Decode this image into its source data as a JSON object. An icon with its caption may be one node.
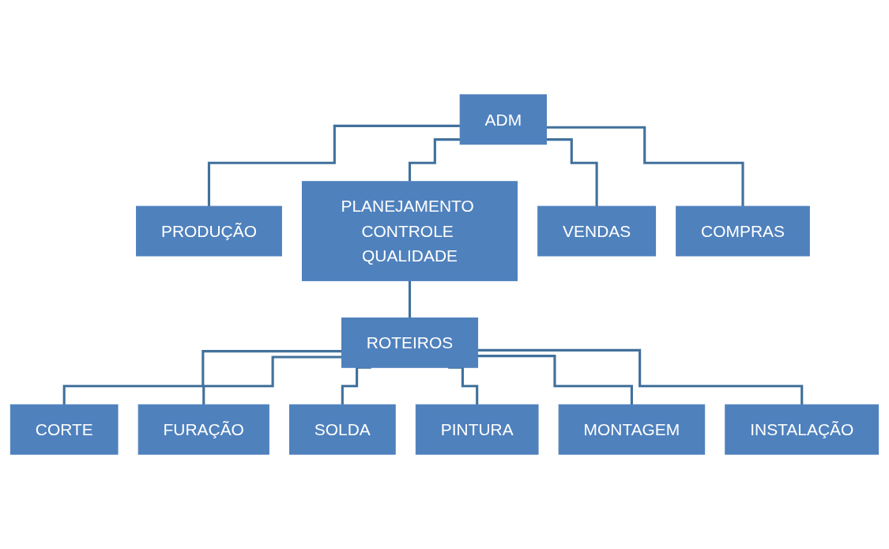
{
  "diagram": {
    "nodes": [
      {
        "text": [
          "ADM"
        ]
      },
      {
        "text": [
          "PRODUÇÃO"
        ]
      },
      {
        "text": [
          "PLANEJAMENTO CONTROLE QUALIDADE"
        ]
      },
      {
        "text": [
          "VENDAS"
        ]
      },
      {
        "text": [
          "COMPRAS"
        ]
      },
      {
        "text": [
          "ROTEIROS"
        ]
      },
      {
        "text": [
          "CORTE"
        ]
      },
      {
        "text": [
          "FURAÇÃO"
        ]
      },
      {
        "text": [
          "SOLDA"
        ]
      },
      {
        "text": [
          "PINTURA"
        ]
      },
      {
        "text": [
          "MONTAGEM"
        ]
      },
      {
        "text": [
          "INSTALAÇÃO"
        ]
      }
    ],
    "edges": [
      {
        "from": 0,
        "to": 1,
        "arrow": "none"
      },
      {
        "from": 0,
        "to": 2,
        "arrow": "none"
      },
      {
        "from": 0,
        "to": 3,
        "arrow": "none"
      },
      {
        "from": 0,
        "to": 4,
        "arrow": "none"
      },
      {
        "from": 2,
        "to": 5,
        "arrow": "none"
      },
      {
        "from": 5,
        "to": 6,
        "arrow": "none"
      },
      {
        "from": 5,
        "to": 7,
        "arrow": "none"
      },
      {
        "from": 5,
        "to": 8,
        "arrow": "none"
      },
      {
        "from": 5,
        "to": 9,
        "arrow": "none"
      },
      {
        "from": 5,
        "to": 10,
        "arrow": "none"
      },
      {
        "from": 5,
        "to": 11,
        "arrow": "none"
      }
    ]
  }
}
